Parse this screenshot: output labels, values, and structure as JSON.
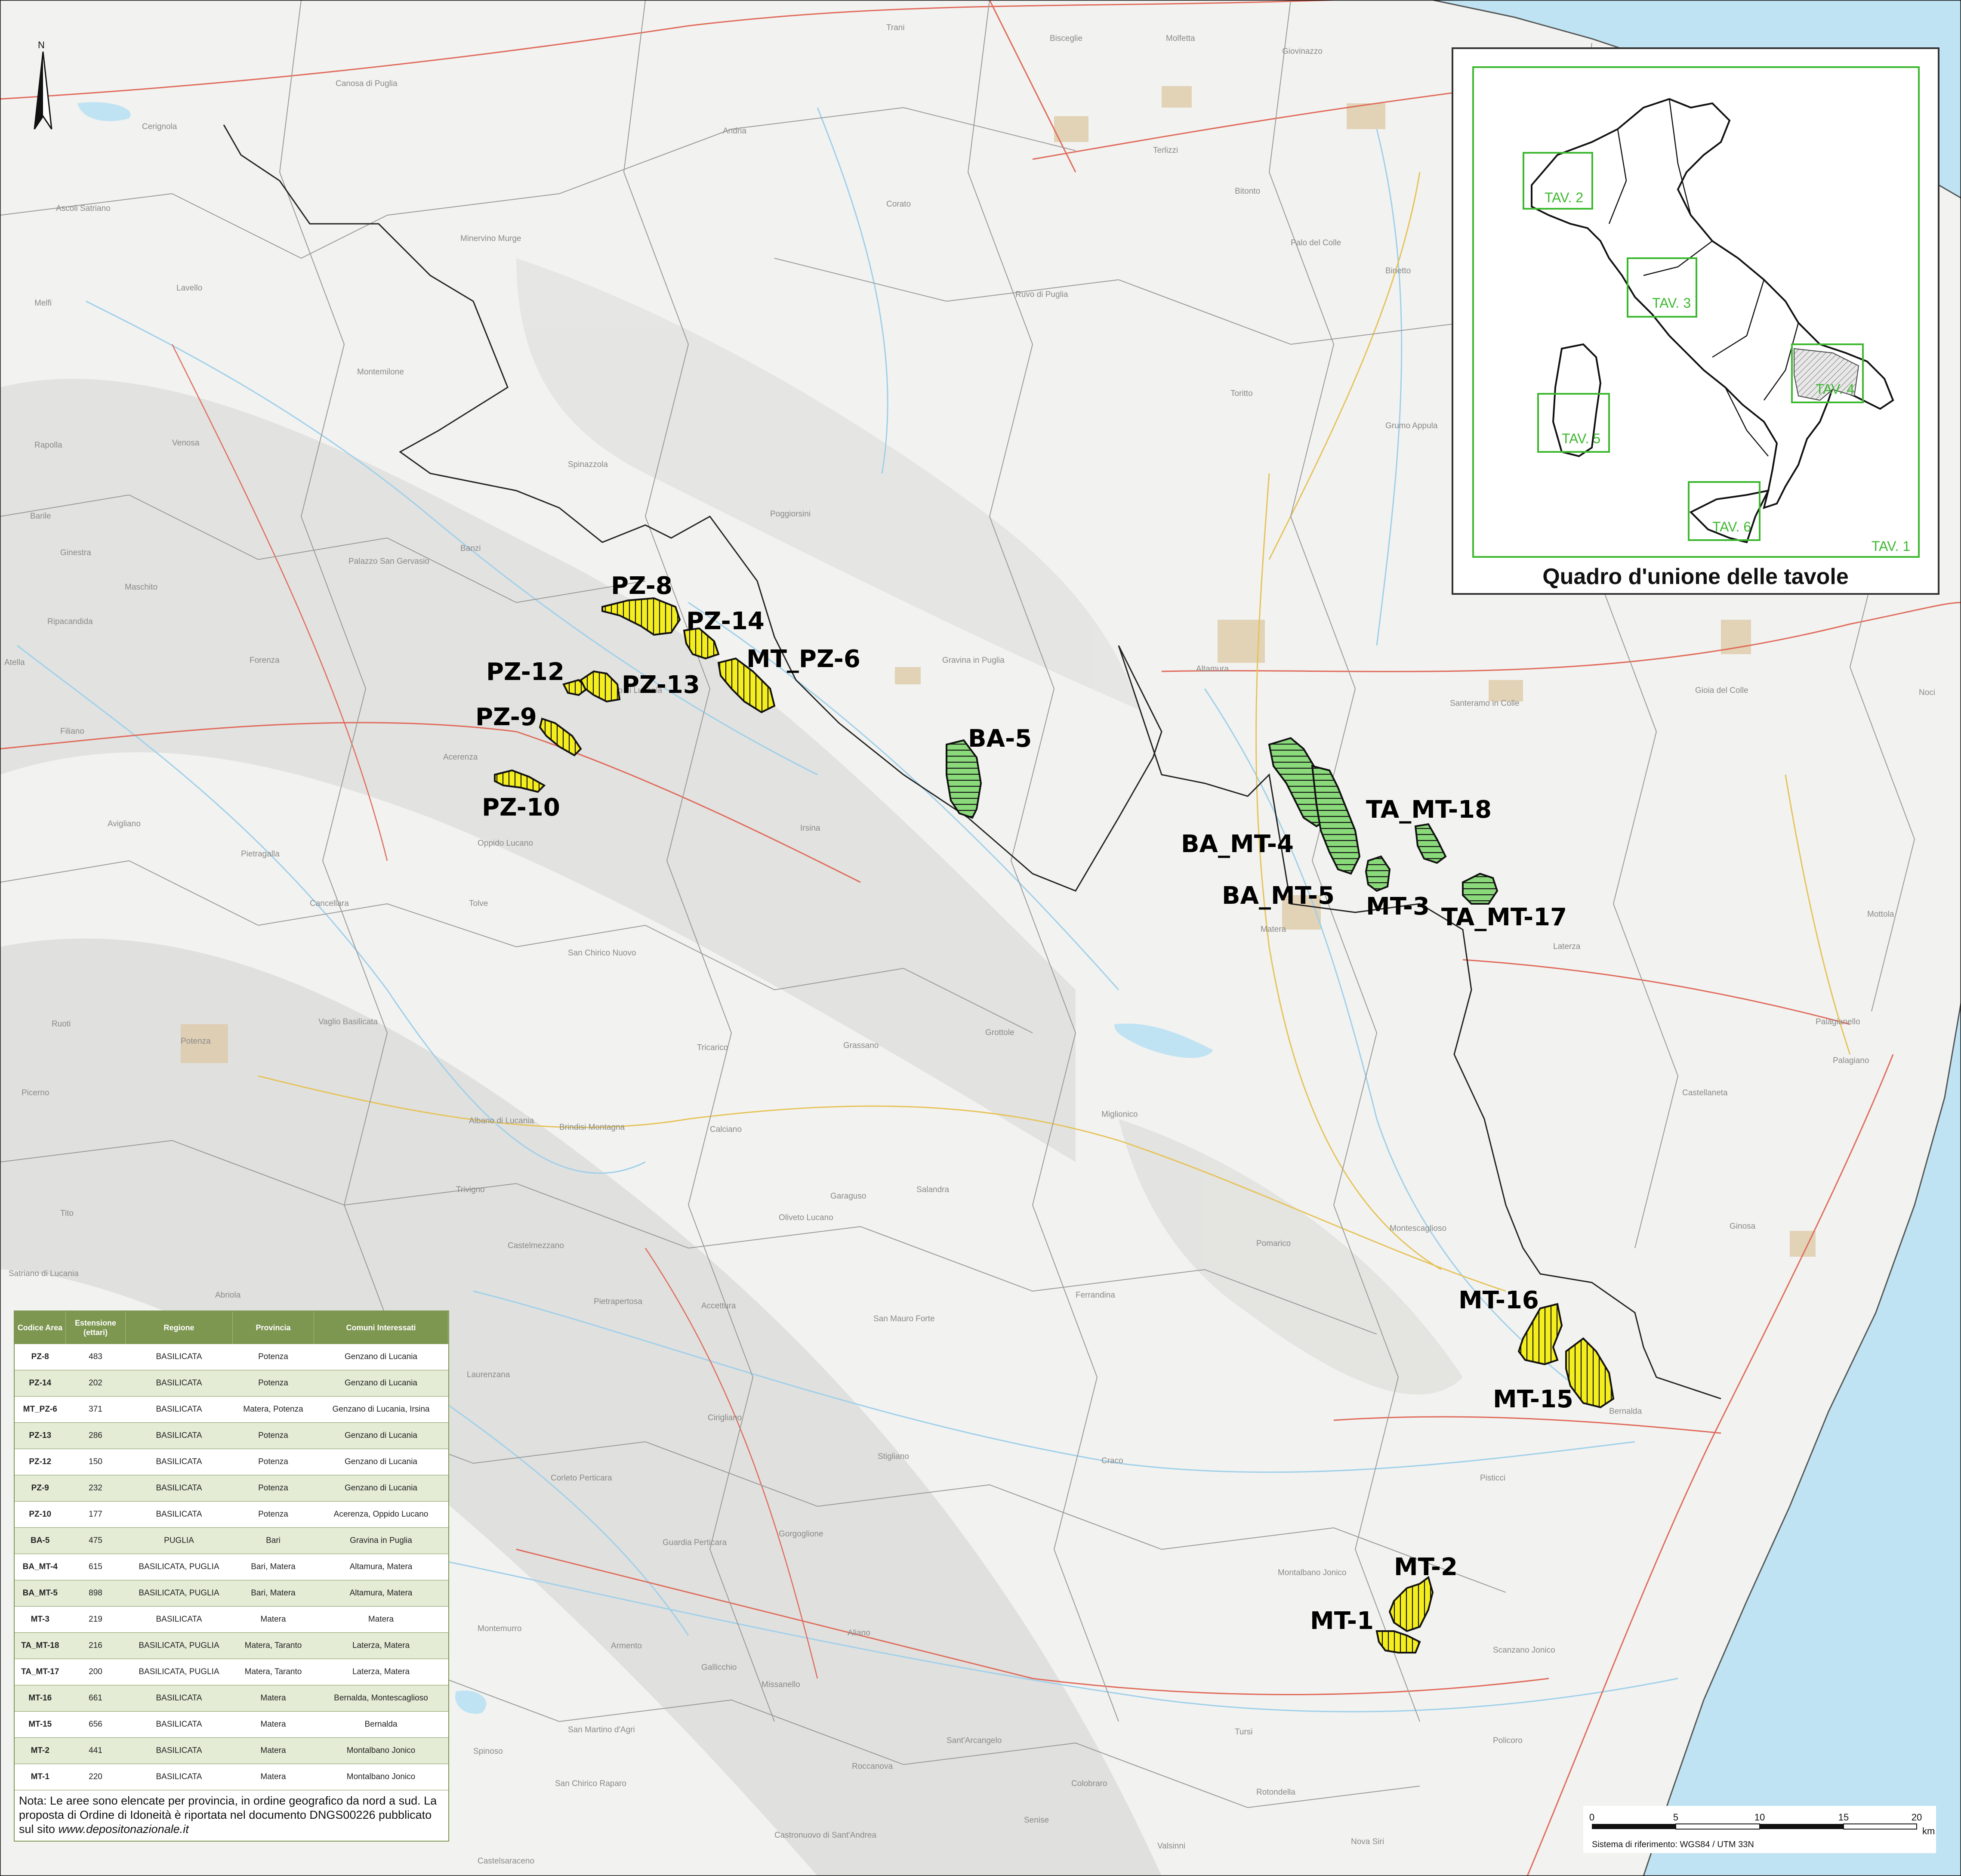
{
  "inset": {
    "title": "Quadro d'unione delle tavole",
    "frames": [
      "TAV. 1",
      "TAV. 2",
      "TAV. 3",
      "TAV. 4",
      "TAV. 5",
      "TAV. 6"
    ]
  },
  "scale_bar": {
    "ticks": [
      "0",
      "5",
      "10",
      "15",
      "20"
    ],
    "unit": "km",
    "reference": "Sistema di riferimento: WGS84 / UTM 33N"
  },
  "north_label": "N",
  "colors": {
    "yellow_area": "#f5ee1e",
    "green_area": "#8ad97a",
    "water": "#bfe3f2",
    "legend_header": "#7d9650",
    "inset_frame": "#3cb82f"
  },
  "area_labels": [
    "PZ-8",
    "PZ-14",
    "MT_PZ-6",
    "PZ-12",
    "PZ-13",
    "PZ-9",
    "PZ-10",
    "BA-5",
    "BA_MT-4",
    "BA_MT-5",
    "MT-3",
    "TA_MT-18",
    "TA_MT-17",
    "MT-16",
    "MT-15",
    "MT-2",
    "MT-1"
  ],
  "places": [
    "Trani",
    "Bisceglie",
    "Molfetta",
    "Giovinazzo",
    "Canosa di Puglia",
    "Cerignola",
    "Andria",
    "Terlizzi",
    "Ascoli Satriano",
    "Corato",
    "Bitonto",
    "Palo del Colle",
    "Minervino Murge",
    "Ruvo di Puglia",
    "Binetto",
    "Lavello",
    "Melfi",
    "Montemilone",
    "Toritto",
    "Grumo Appula",
    "Rapolla",
    "Venosa",
    "Spinazzola",
    "Barile",
    "Ginestra",
    "Poggiorsini",
    "Maschito",
    "Palazzo San Gervasio",
    "Banzi",
    "Ripacandida",
    "Atella",
    "Forenza",
    "Genzano di Lucania",
    "Gravina in Puglia",
    "Altamura",
    "Santeramo in Colle",
    "Gioia del Colle",
    "Noci",
    "Filiano",
    "Acerenza",
    "Irsina",
    "Oppido Lucano",
    "Avigliano",
    "Pietragalla",
    "Cancellara",
    "Tolve",
    "San Chirico Nuovo",
    "Matera",
    "Mottola",
    "Laterza",
    "Ruoti",
    "Vaglio Basilicata",
    "Tricarico",
    "Grassano",
    "Grottole",
    "Potenza",
    "Palagianello",
    "Palagiano",
    "Castellaneta",
    "Picerno",
    "Albano di Lucania",
    "Brindisi Montagna",
    "Calciano",
    "Miglionico",
    "Ginosa",
    "Tito",
    "Trivigno",
    "Garaguso",
    "Salandra",
    "Oliveto Lucano",
    "Montescaglioso",
    "Pomarico",
    "Satriano di Lucania",
    "Castelmezzano",
    "Pietrapertosa",
    "Accettura",
    "Ferrandina",
    "Abriola",
    "San Mauro Forte",
    "Bernalda",
    "Laurenzana",
    "Cirigliano",
    "Corleto Perticara",
    "Stigliano",
    "Craco",
    "Pisticci",
    "Gorgoglione",
    "Guardia Perticara",
    "Montalbano Jonico",
    "Scanzano Jonico",
    "Montemurro",
    "Armento",
    "Gallicchio",
    "Aliano",
    "Missanellо",
    "Tursi",
    "Policoro",
    "Roccanova",
    "Sant'Arcangelo",
    "San Martino d'Agri",
    "San Chirico Raparo",
    "Spinoso",
    "Castronuovo di Sant'Andrea",
    "Colobraro",
    "Rotondella",
    "Senise",
    "Nova Siri",
    "Valsinni",
    "Castelsaraceno"
  ],
  "legend": {
    "headers": [
      "Codice Area",
      "Estensione (ettari)",
      "Regione",
      "Provincia",
      "Comuni Interessati"
    ],
    "rows": [
      [
        "PZ-8",
        "483",
        "BASILICATA",
        "Potenza",
        "Genzano di Lucania"
      ],
      [
        "PZ-14",
        "202",
        "BASILICATA",
        "Potenza",
        "Genzano di Lucania"
      ],
      [
        "MT_PZ-6",
        "371",
        "BASILICATA",
        "Matera, Potenza",
        "Genzano di Lucania, Irsina"
      ],
      [
        "PZ-13",
        "286",
        "BASILICATA",
        "Potenza",
        "Genzano di Lucania"
      ],
      [
        "PZ-12",
        "150",
        "BASILICATA",
        "Potenza",
        "Genzano di Lucania"
      ],
      [
        "PZ-9",
        "232",
        "BASILICATA",
        "Potenza",
        "Genzano di Lucania"
      ],
      [
        "PZ-10",
        "177",
        "BASILICATA",
        "Potenza",
        "Acerenza, Oppido Lucano"
      ],
      [
        "BA-5",
        "475",
        "PUGLIA",
        "Bari",
        "Gravina in Puglia"
      ],
      [
        "BA_MT-4",
        "615",
        "BASILICATA, PUGLIA",
        "Bari, Matera",
        "Altamura, Matera"
      ],
      [
        "BA_MT-5",
        "898",
        "BASILICATA, PUGLIA",
        "Bari, Matera",
        "Altamura, Matera"
      ],
      [
        "MT-3",
        "219",
        "BASILICATA",
        "Matera",
        "Matera"
      ],
      [
        "TA_MT-18",
        "216",
        "BASILICATA, PUGLIA",
        "Matera, Taranto",
        "Laterza, Matera"
      ],
      [
        "TA_MT-17",
        "200",
        "BASILICATA, PUGLIA",
        "Matera, Taranto",
        "Laterza, Matera"
      ],
      [
        "MT-16",
        "661",
        "BASILICATA",
        "Matera",
        "Bernalda, Montescaglioso"
      ],
      [
        "MT-15",
        "656",
        "BASILICATA",
        "Matera",
        "Bernalda"
      ],
      [
        "MT-2",
        "441",
        "BASILICATA",
        "Matera",
        "Montalbano Jonico"
      ],
      [
        "MT-1",
        "220",
        "BASILICATA",
        "Matera",
        "Montalbano Jonico"
      ]
    ]
  },
  "note": {
    "text": "Nota: Le aree sono elencate per provincia, in ordine geografico da nord a sud. La proposta di Ordine di Idoneità è riportata nel documento DNGS00226 pubblicato sul sito",
    "site": "www.depositonazionale.it"
  }
}
